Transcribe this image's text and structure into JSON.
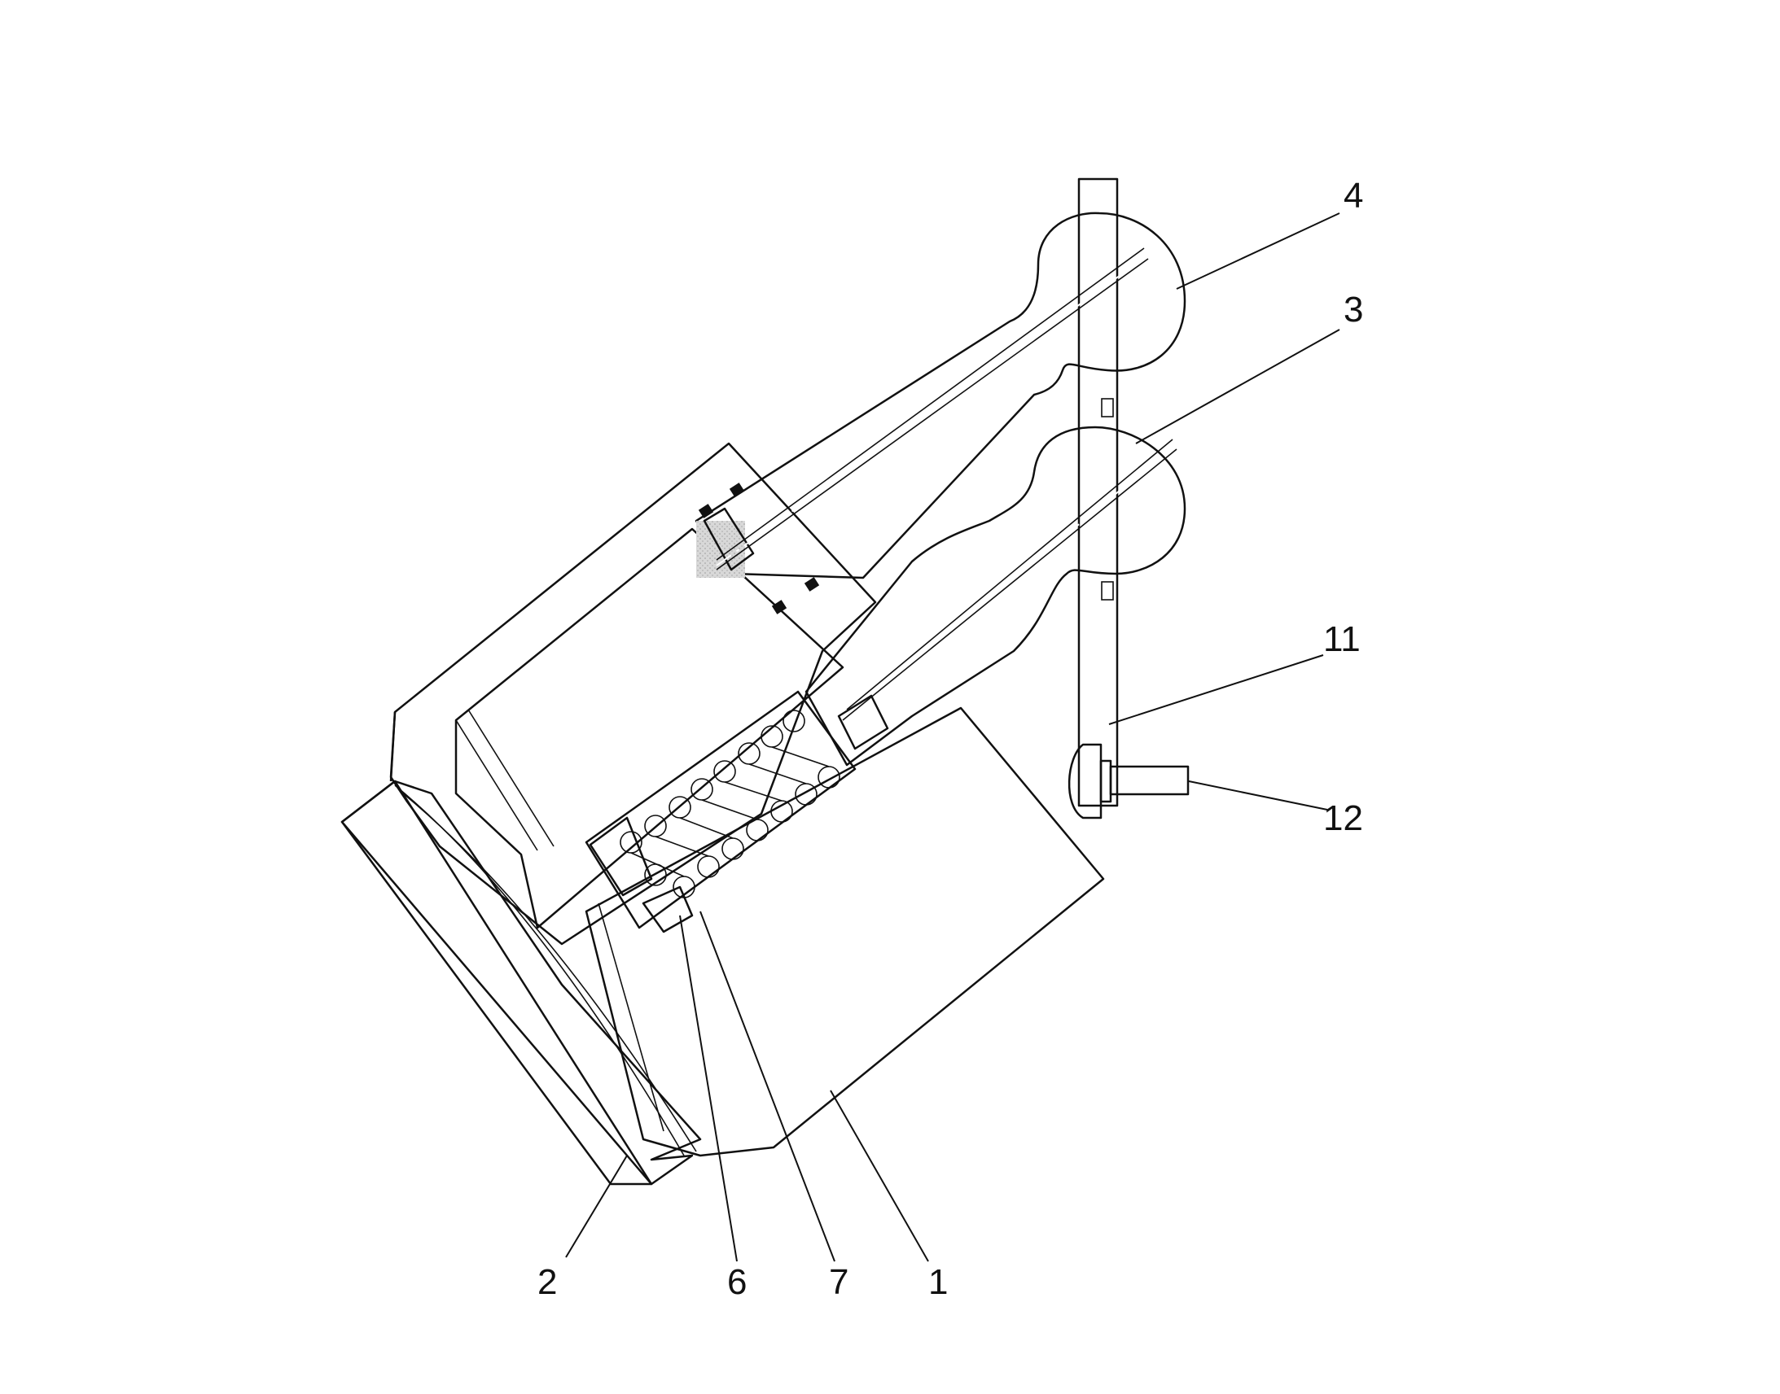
{
  "diagram": {
    "colors": {
      "line": "#111111",
      "shaded_part": "#d8d8d8",
      "background": "#ffffff"
    },
    "labels": {
      "n1": "1",
      "n2": "2",
      "n3": "3",
      "n4": "4",
      "n6": "6",
      "n7": "7",
      "n11": "11",
      "n12": "12"
    }
  }
}
